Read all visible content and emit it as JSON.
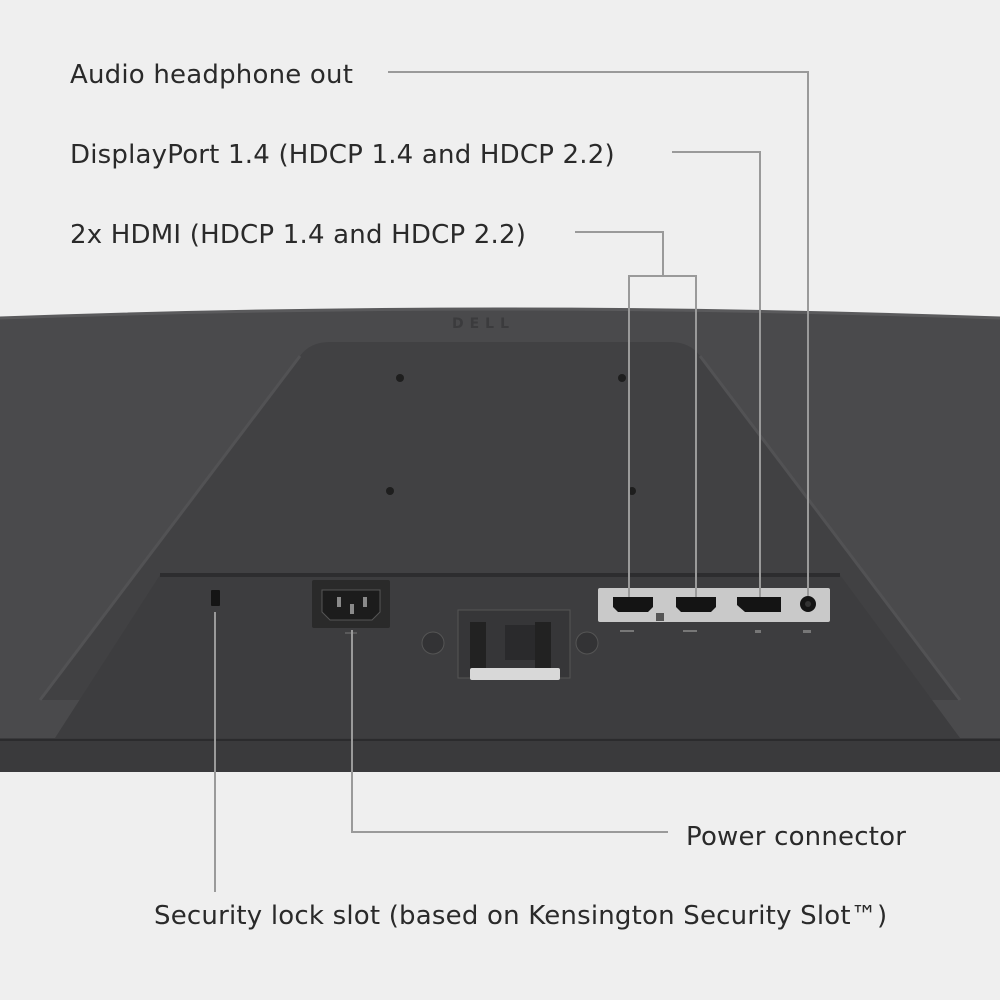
{
  "callouts": {
    "audio": "Audio headphone out",
    "displayport": "DisplayPort 1.4 (HDCP 1.4 and HDCP 2.2)",
    "hdmi": "2x HDMI (HDCP 1.4 and HDCP 2.2)",
    "power": "Power connector",
    "security": "Security lock slot (based on Kensington Security Slot™)"
  },
  "brand": "DELL",
  "colors": {
    "background": "#efefef",
    "monitor_body": "#4a4a4c",
    "recess": "#3d3d3f",
    "io_panel": "#c9c9c9",
    "leader_line": "#9a9a9a",
    "text": "#2a2a2a"
  },
  "icons": {
    "audio_port": "headphone-jack-icon",
    "dp_port": "displayport-icon",
    "hdmi_port": "hdmi-icon",
    "power_port": "ac-power-socket-icon",
    "lock": "kensington-slot-icon"
  }
}
